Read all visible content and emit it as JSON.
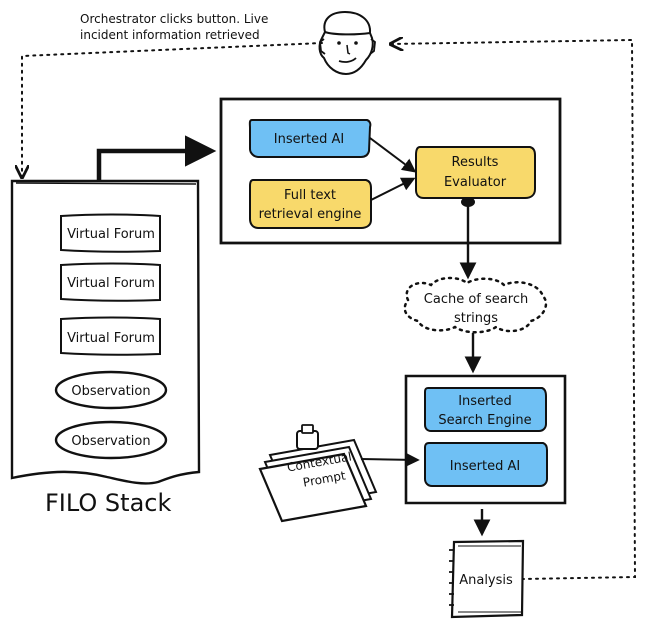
{
  "caption": {
    "line1": "Orchestrator clicks button. Live",
    "line2": "incident information retrieved"
  },
  "colors": {
    "blue": "#6fc0f4",
    "yellow": "#f8d96b",
    "line": "#111111",
    "paper": "#ffffff"
  },
  "filo_stack": {
    "title": "FILO Stack",
    "items": [
      {
        "label": "Virtual Forum"
      },
      {
        "label": "Virtual Forum"
      },
      {
        "label": "Virtual Forum"
      },
      {
        "label": "Observation"
      },
      {
        "label": "Observation"
      }
    ]
  },
  "top_box": {
    "inserted_ai": "Inserted AI",
    "fulltext_line1": "Full text",
    "fulltext_line2": "retrieval engine",
    "results_line1": "Results",
    "results_line2": "Evaluator"
  },
  "cache": {
    "line1": "Cache  of search",
    "line2": "strings"
  },
  "bottom_box": {
    "engine_line1": "Inserted",
    "engine_line2": "Search Engine",
    "inserted_ai": "Inserted AI"
  },
  "prompt": {
    "line1": "Contextual",
    "line2": "Prompt"
  },
  "analysis": {
    "label": "Analysis"
  },
  "icons": {
    "person": "face-icon",
    "clipboard": "clipboard-icon",
    "notebook": "notebook-icon"
  }
}
